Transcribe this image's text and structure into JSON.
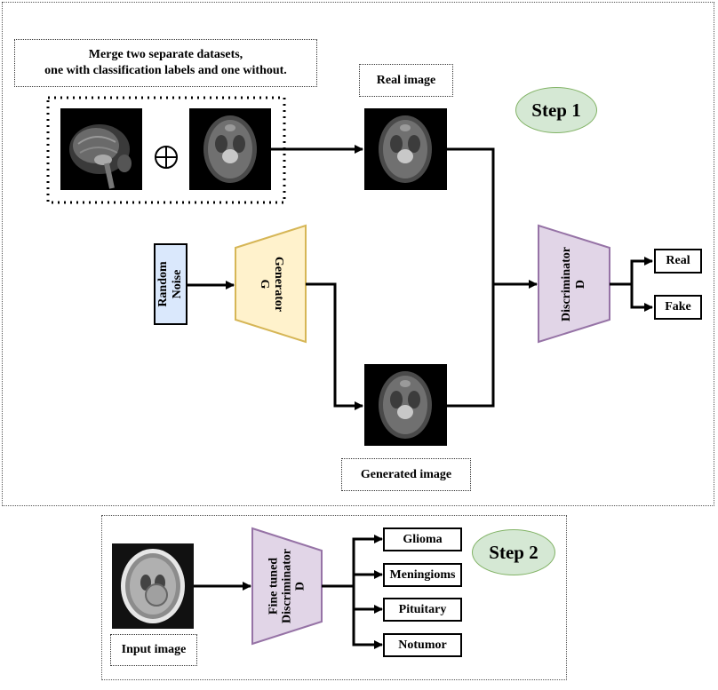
{
  "step1": {
    "label": "Step 1",
    "merge_note_line1": "Merge two separate datasets,",
    "merge_note_line2": "one with classification labels and one without.",
    "real_image_label": "Real image",
    "generated_image_label": "Generated image",
    "noise_line1": "Random",
    "noise_line2": "Noise",
    "generator_line1": "Generator",
    "generator_line2": "G",
    "discriminator_line1": "Discriminator",
    "discriminator_line2": "D",
    "outputs": [
      "Real",
      "Fake"
    ]
  },
  "step2": {
    "label": "Step 2",
    "input_image_label": "Input image",
    "discriminator_line1": "Fine tuned",
    "discriminator_line2": "Discriminator",
    "discriminator_line3": "D",
    "classes": [
      "Glioma",
      "Meningioms",
      "Pituitary",
      "Notumor"
    ]
  },
  "colors": {
    "step_fill": "#d5e8d4",
    "noise_fill": "#dae8fc",
    "generator_fill": "#fff2cc",
    "discriminator_fill": "#e1d5e7",
    "discriminator_stroke": "#9673a6"
  },
  "icons": {
    "plus": "circled-plus-icon"
  }
}
